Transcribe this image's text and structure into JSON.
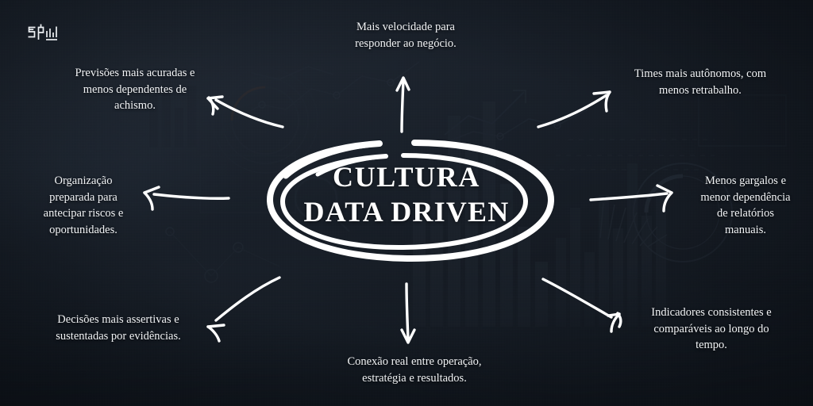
{
  "brand": {
    "logo_icon": "spm-monogram-logo",
    "logo_alt": "SPM"
  },
  "center": {
    "line1": "CULTURA",
    "line2": "DATA DRIVEN"
  },
  "benefits": [
    {
      "id": "top",
      "text": "Mais velocidade para\nresponder ao negócio.",
      "arrow_icon": "arrow-up-icon"
    },
    {
      "id": "top-left",
      "text": "Previsões mais acuradas e\nmenos dependentes de\nachismo.",
      "arrow_icon": "arrow-up-left-icon"
    },
    {
      "id": "left",
      "text": "Organização\npreparada para\nantecipar riscos e\noportunidades.",
      "arrow_icon": "arrow-left-icon"
    },
    {
      "id": "bottom-left",
      "text": "Decisões mais assertivas e\nsustentadas por evidências.",
      "arrow_icon": "arrow-down-left-icon"
    },
    {
      "id": "bottom",
      "text": "Conexão real entre operação,\nestratégia e resultados.",
      "arrow_icon": "arrow-down-icon"
    },
    {
      "id": "bottom-right",
      "text": "Indicadores consistentes e\ncomparáveis ao longo do\ntempo.",
      "arrow_icon": "arrow-down-right-icon"
    },
    {
      "id": "right",
      "text": "Menos gargalos e\nmenor dependência\nde relatórios\nmanuais.",
      "arrow_icon": "arrow-right-icon"
    },
    {
      "id": "top-right",
      "text": "Times mais autônomos, com\nmenos retrabalho.",
      "arrow_icon": "arrow-up-right-icon"
    }
  ],
  "theme": {
    "background_dark": "#1b2028",
    "background_deep": "#121820",
    "text_color": "#f2f4f6",
    "accent_white": "#ffffff"
  }
}
